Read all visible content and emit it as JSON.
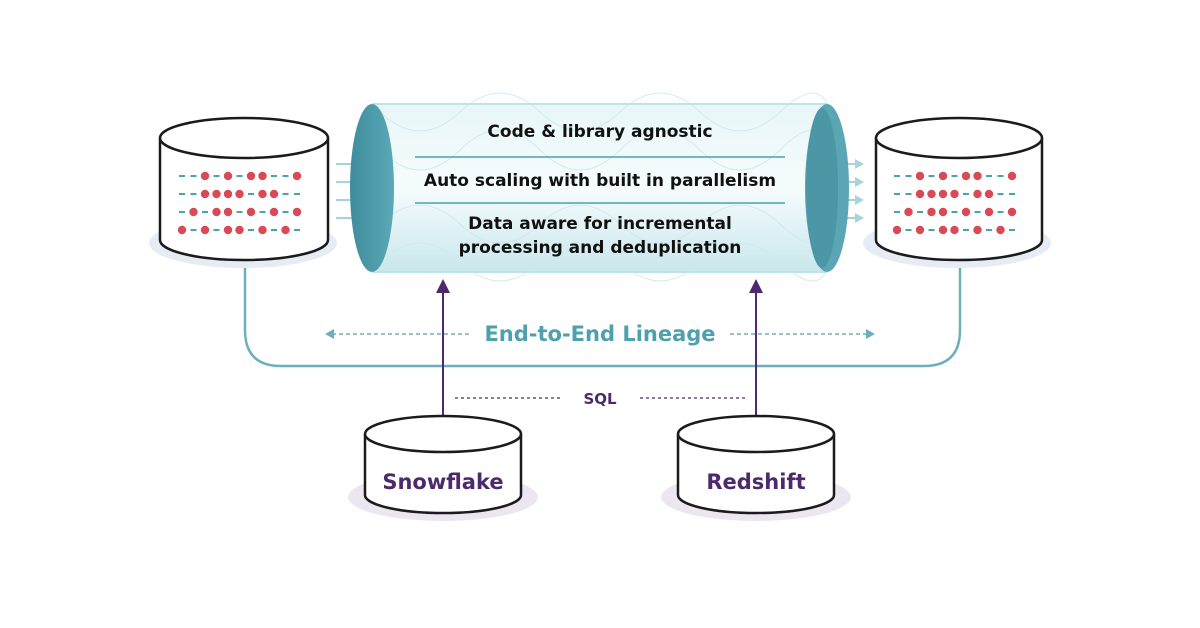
{
  "pipeline": {
    "features": [
      "Code & library agnostic",
      "Auto scaling with built in parallelism",
      "Data aware for incremental",
      "processing and deduplication"
    ]
  },
  "lineage": {
    "label": "End-to-End Lineage"
  },
  "sql": {
    "label": "SQL"
  },
  "warehouses": [
    {
      "name": "Snowflake"
    },
    {
      "name": "Redshift"
    }
  ],
  "colors": {
    "teal": "#4f9fad",
    "teal_light": "#d6eff1",
    "purple": "#4d2a6b",
    "red_dot": "#d94a57",
    "shadow": "#e6ecf3",
    "purple_shadow": "#ece6f1"
  },
  "icons": {
    "source": "database-icon",
    "target": "database-icon"
  }
}
